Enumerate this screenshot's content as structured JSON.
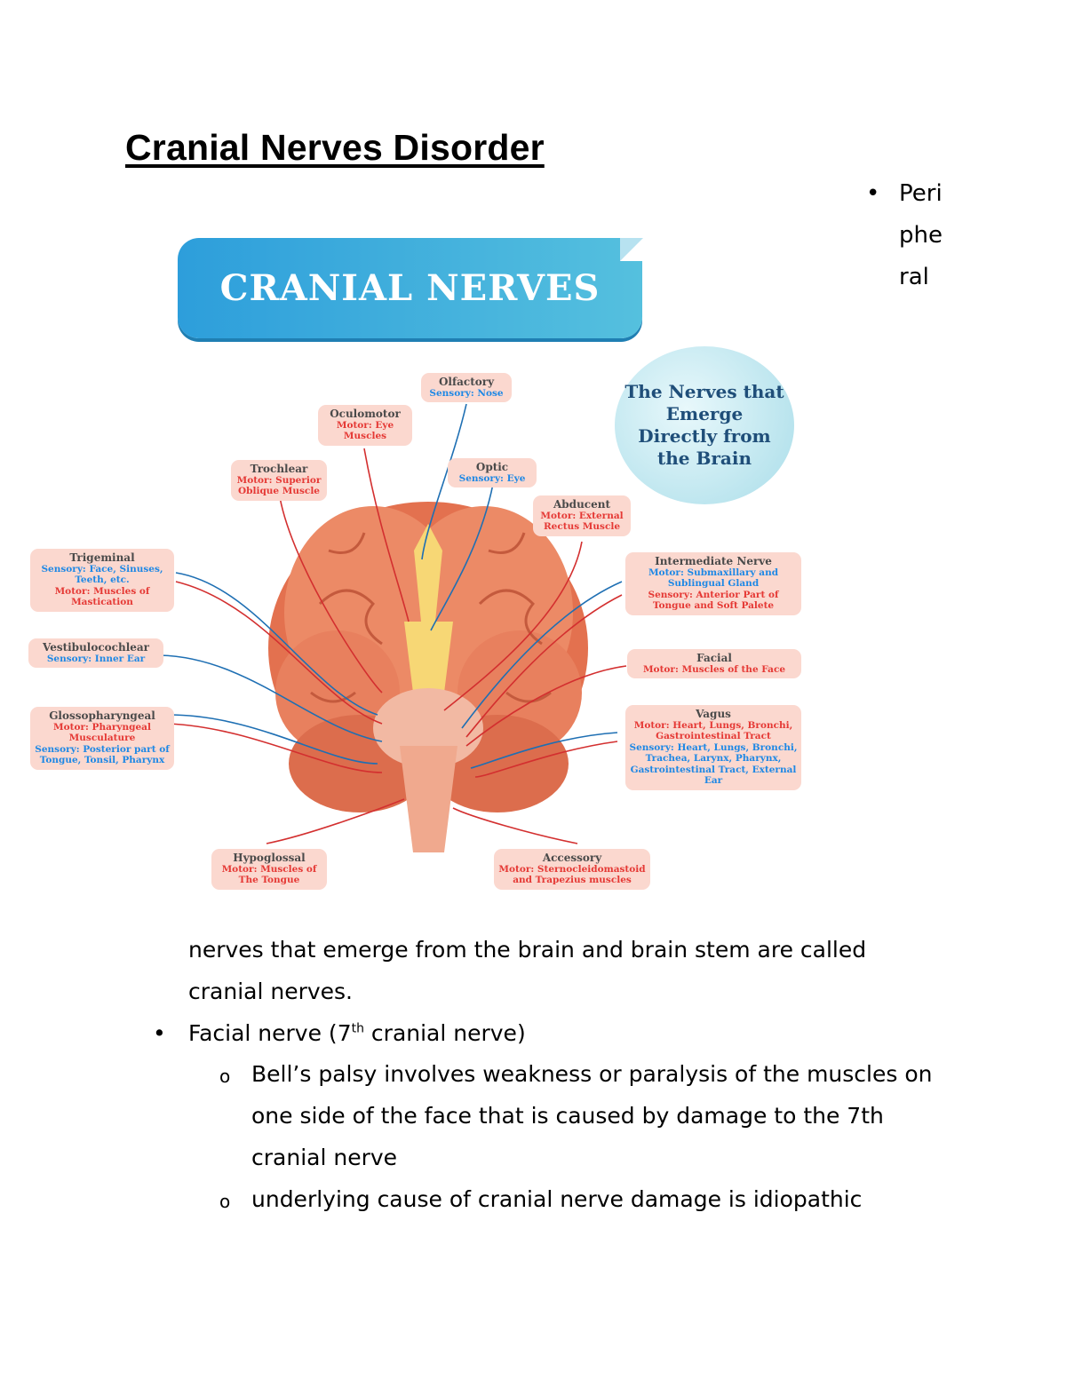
{
  "title": "Cranial Nerves Disorder",
  "side_bullet": "Peripheral",
  "figure": {
    "banner": "CRANIAL NERVES",
    "bubble": "The Nerves that Emerge Directly from the Brain",
    "nerves": {
      "olfactory": {
        "name": "Olfactory",
        "sensory": "Sensory: Nose"
      },
      "oculomotor": {
        "name": "Oculomotor",
        "motor": "Motor: Eye Muscles"
      },
      "trochlear": {
        "name": "Trochlear",
        "motor": "Motor: Superior Oblique Muscle"
      },
      "optic": {
        "name": "Optic",
        "sensory": "Sensory: Eye"
      },
      "abducent": {
        "name": "Abducent",
        "motor": "Motor: External Rectus Muscle"
      },
      "trigeminal": {
        "name": "Trigeminal",
        "sensory": "Sensory: Face, Sinuses, Teeth, etc.",
        "motor": "Motor: Muscles of Mastication"
      },
      "intermediate": {
        "name": "Intermediate Nerve",
        "motor": "Motor: Submaxillary and Sublingual Gland",
        "sensory": "Sensory: Anterior Part of Tongue and Soft Palete"
      },
      "vestibulocochlear": {
        "name": "Vestibulocochlear",
        "sensory": "Sensory: Inner Ear"
      },
      "facial": {
        "name": "Facial",
        "motor": "Motor: Muscles of the Face"
      },
      "glossopharyngeal": {
        "name": "Glossopharyngeal",
        "motor": "Motor: Pharyngeal Musculature",
        "sensory": "Sensory: Posterior part of Tongue, Tonsil, Pharynx"
      },
      "vagus": {
        "name": "Vagus",
        "motor": "Motor: Heart, Lungs, Bronchi, Gastrointestinal Tract",
        "sensory": "Sensory: Heart, Lungs, Bronchi, Trachea, Larynx, Pharynx, Gastrointestinal Tract, External Ear"
      },
      "hypoglossal": {
        "name": "Hypoglossal",
        "motor": "Motor: Muscles of The Tongue"
      },
      "accessory": {
        "name": "Accessory",
        "motor": "Motor: Sternocleidomastoid and Trapezius muscles"
      }
    }
  },
  "body": {
    "para": "nerves that emerge from the brain and brain stem are called cranial nerves.",
    "facial_bullet_pre": "Facial nerve (7",
    "facial_bullet_sup": "th",
    "facial_bullet_post": " cranial nerve)",
    "sub1": "Bell’s palsy involves weakness or paralysis of the muscles on one side of the face that is caused by damage to the 7th cranial nerve",
    "sub2": "underlying cause of cranial nerve damage is idiopathic",
    "bullet_char": "•",
    "sub_char": "o"
  }
}
